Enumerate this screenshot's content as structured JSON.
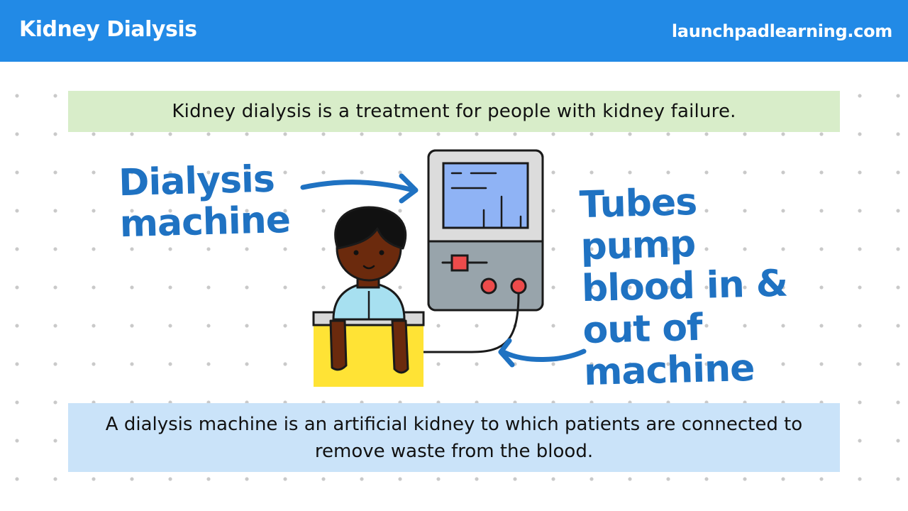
{
  "header": {
    "title": "Kidney Dialysis",
    "site": "launchpadlearning.com"
  },
  "top_fact": "Kidney dialysis is a treatment for people with kidney failure.",
  "labels": {
    "machine_line1": "Dialysis",
    "machine_line2": "machine",
    "tubes_line1": "Tubes pump",
    "tubes_line2": "blood in &",
    "tubes_line3": "out of",
    "tubes_line4": "machine"
  },
  "bottom_fact": "A dialysis machine is an artificial kidney to which patients are connected to remove waste from the blood.",
  "illustration": {
    "subject": "person-connected-to-dialysis-machine",
    "icons": [
      "patient-icon",
      "dialysis-machine-icon",
      "tube-icon",
      "arrow-icon"
    ]
  },
  "colors": {
    "header_blue": "#228ae6",
    "label_blue": "#1f72c2",
    "top_box_green": "#d8edc9",
    "bottom_box_blue": "#cae3f9",
    "screen_blue": "#8fb3f5",
    "machine_gray": "#98a4ab",
    "blanket_yellow": "#ffe335",
    "shirt_blue": "#a7e0f0",
    "skin_brown": "#6b2a0d",
    "button_red": "#ec4b4b"
  }
}
